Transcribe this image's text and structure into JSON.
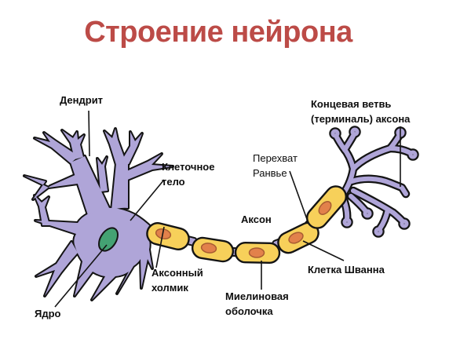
{
  "title": "Строение нейрона",
  "colors": {
    "title-red": "#BC4B47",
    "ink": "#141414",
    "purple": "#AFA5D8",
    "yellow": "#F7D05A",
    "orange": "#E2814B",
    "orange-dark": "#A85C32",
    "green": "#44A273"
  },
  "labels": {
    "dendrite": "Дендрит",
    "cell_body": "Клеточное тело",
    "terminal_branch": "Концевая ветвь (терминаль) аксона",
    "ranvier_node": "Перехват Ранвье",
    "axon": "Аксон",
    "axon_hillock": "Аксонный холмик",
    "schwann_cell": "Клетка Шванна",
    "myelin_sheath": "Миелиновая оболочка",
    "nucleus": "Ядро"
  }
}
